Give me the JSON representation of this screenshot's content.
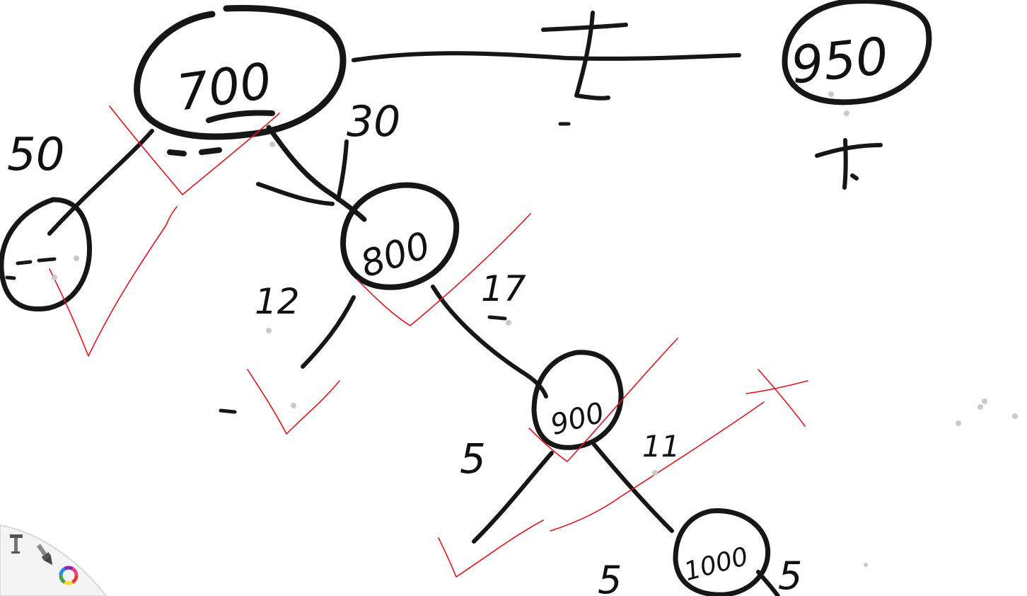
{
  "nodes": {
    "n700": "700",
    "n950": "950",
    "n800": "800",
    "n900": "900",
    "n1000": "1000"
  },
  "weights": {
    "w50": "50",
    "w30": "30",
    "w12": "12",
    "w17": "17",
    "w5a": "5",
    "w11": "11",
    "w5b": "5",
    "w5c": "5"
  },
  "toolbar": {
    "icons": [
      "hammer-icon",
      "brush-icon",
      "color-wheel-icon"
    ]
  },
  "colors": {
    "ink": "#161616",
    "correction": "#e0141c",
    "background": "#ffffff"
  }
}
